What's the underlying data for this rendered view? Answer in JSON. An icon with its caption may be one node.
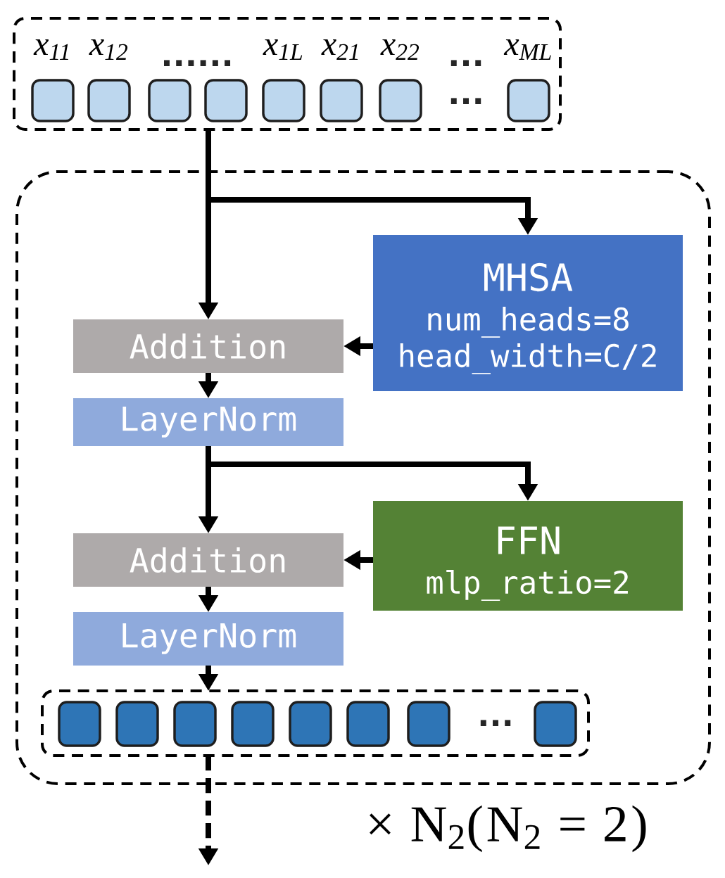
{
  "diagram": {
    "nodes": [
      {
        "text": [],
        "shape": "box"
      },
      {
        "text": [
          "x$_{11}$"
        ],
        "in": 0
      },
      {
        "text": [
          "x$_{12}$"
        ],
        "in": 0
      },
      {
        "text": [],
        "shape": "box",
        "in": 0
      },
      {
        "text": [],
        "shape": "box",
        "in": 0
      },
      {
        "text": [
          "x$_{1L}$"
        ],
        "in": 0
      },
      {
        "text": [
          "x$_{21}$"
        ],
        "in": 0
      },
      {
        "text": [
          "x$_{22}$"
        ],
        "in": 0
      },
      {
        "text": [
          "x$_{ML}$"
        ],
        "in": 0
      },
      {
        "text": [],
        "shape": "box"
      },
      {
        "text": [
          "MHSA",
          "num_heads=8 head_width=C/2"
        ],
        "in": 9
      },
      {
        "text": [
          "Addition"
        ],
        "in": 9
      },
      {
        "text": [
          "LayerNorm"
        ],
        "in": 9
      },
      {
        "text": [
          "FFN",
          "mlp_ratio=2"
        ],
        "in": 9
      },
      {
        "text": [
          "Addition"
        ],
        "in": 9
      },
      {
        "text": [
          "LayerNorm"
        ],
        "in": 9
      },
      {
        "text": [],
        "shape": "box",
        "in": 9
      },
      {
        "text": [],
        "shape": "box",
        "in": 16
      },
      {
        "text": [],
        "shape": "box",
        "in": 16
      },
      {
        "text": [],
        "shape": "box",
        "in": 16
      },
      {
        "text": [],
        "shape": "box",
        "in": 16
      },
      {
        "text": [],
        "shape": "box",
        "in": 16
      },
      {
        "text": [],
        "shape": "box",
        "in": 16
      },
      {
        "text": [],
        "shape": "box",
        "in": 16
      },
      {
        "text": [],
        "shape": "box",
        "in": 16
      }
    ],
    "edges": [
      {
        "from": 0,
        "to": 11,
        "arrow": "to"
      },
      {
        "from": 0,
        "to": 10,
        "arrow": "to"
      },
      {
        "from": 10,
        "to": 11,
        "arrow": "to"
      },
      {
        "from": 11,
        "to": 12,
        "arrow": "to"
      },
      {
        "from": 12,
        "to": 14,
        "arrow": "to"
      },
      {
        "from": 12,
        "to": 13,
        "arrow": "to"
      },
      {
        "from": 13,
        "to": 14,
        "arrow": "to"
      },
      {
        "from": 14,
        "to": 15,
        "arrow": "to"
      },
      {
        "from": 15,
        "to": 16,
        "arrow": "to"
      },
      {
        "from": 16,
        "to": null,
        "arrow": "to",
        "style": "dashed"
      }
    ],
    "labels": [
      "......",
      "...",
      "...",
      "...",
      "× N$_{2}$(N$_{2}$ = 2)"
    ]
  }
}
